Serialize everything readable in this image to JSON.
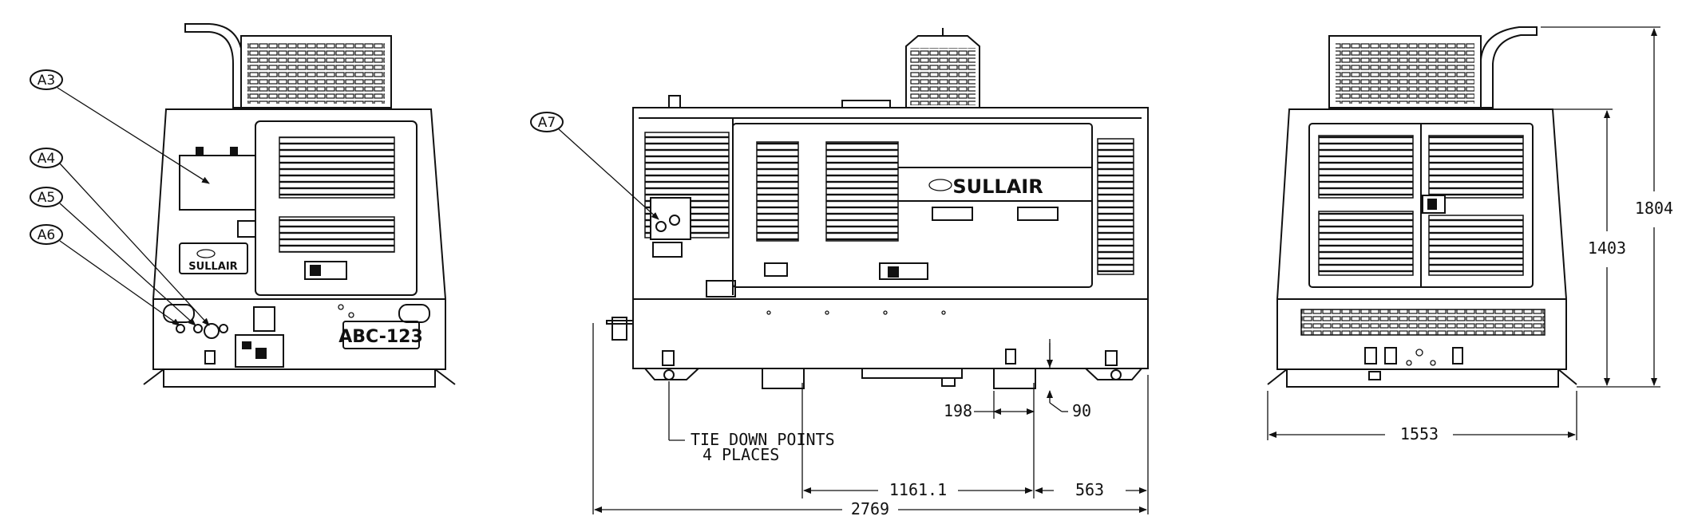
{
  "callouts": {
    "a3": "A3",
    "a4": "A4",
    "a5": "A5",
    "a6": "A6",
    "a7": "A7"
  },
  "brand": {
    "name": "SULLAIR"
  },
  "license_plate": "ABC-123",
  "notes": {
    "tie_down_line1": "TIE DOWN POINTS",
    "tie_down_line2": "4 PLACES"
  },
  "dimensions": {
    "ground_clearance": "198",
    "step_height": "90",
    "axle_offset": "1161.1",
    "rear_overhang": "563",
    "overall_length": "2769",
    "overall_width": "1553",
    "body_height": "1403",
    "overall_height": "1804"
  },
  "colors": {
    "line": "#111111",
    "background": "#ffffff"
  }
}
